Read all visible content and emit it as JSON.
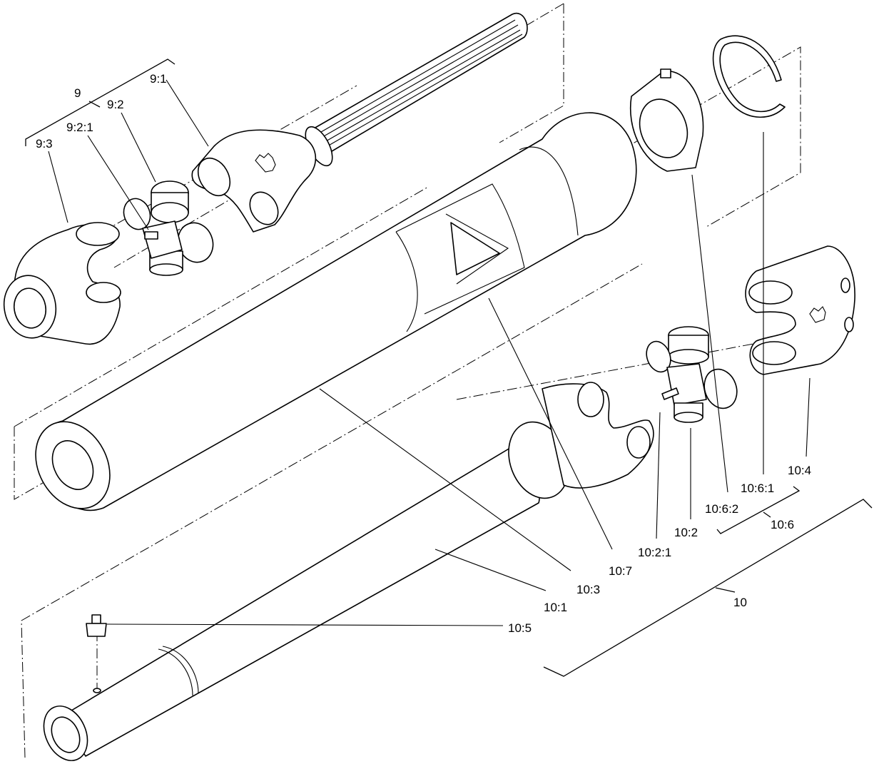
{
  "diagram": {
    "labels": {
      "l9": "9",
      "l9_1": "9:1",
      "l9_2": "9:2",
      "l9_2_1": "9:2:1",
      "l9_3": "9:3",
      "l10": "10",
      "l10_1": "10:1",
      "l10_2": "10:2",
      "l10_2_1": "10:2:1",
      "l10_3": "10:3",
      "l10_4": "10:4",
      "l10_5": "10:5",
      "l10_6": "10:6",
      "l10_6_1": "10:6:1",
      "l10_6_2": "10:6:2",
      "l10_7": "10:7"
    }
  }
}
